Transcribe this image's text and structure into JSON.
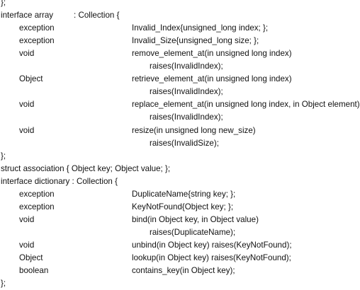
{
  "lines": [
    {
      "indent": 0,
      "parts": [
        "};"
      ]
    },
    {
      "indent": 0,
      "parts": [
        "interface array",
        ": Collection {"
      ]
    },
    {
      "indent": 1,
      "parts": [
        "exception",
        "Invalid_Index{unsigned_long index; };"
      ]
    },
    {
      "indent": 1,
      "parts": [
        "exception",
        "Invalid_Size{unsigned_long size; };"
      ]
    },
    {
      "indent": 1,
      "parts": [
        "void",
        "remove_element_at(in unsigned long index)"
      ]
    },
    {
      "indent": 2,
      "parts": [
        "raises(InvalidIndex);"
      ]
    },
    {
      "indent": 1,
      "parts": [
        "Object",
        "retrieve_element_at(in unsigned long index)"
      ]
    },
    {
      "indent": 2,
      "parts": [
        "raises(InvalidIndex);"
      ]
    },
    {
      "indent": 1,
      "parts": [
        "void",
        "replace_element_at(in unsigned long index, in Object element)"
      ]
    },
    {
      "indent": 2,
      "parts": [
        "raises(InvalidIndex);"
      ]
    },
    {
      "indent": 1,
      "parts": [
        "void",
        "resize(in unsigned long new_size)"
      ]
    },
    {
      "indent": 2,
      "parts": [
        "raises(InvalidSize);"
      ]
    },
    {
      "indent": 0,
      "parts": [
        "};"
      ]
    },
    {
      "indent": 0,
      "parts": [
        "struct association { Object key; Object value; };"
      ]
    },
    {
      "indent": 0,
      "parts": [
        "interface dictionary : Collection {"
      ]
    },
    {
      "indent": 1,
      "parts": [
        "exception",
        "DuplicateName{string key; };"
      ]
    },
    {
      "indent": 1,
      "parts": [
        "exception",
        "KeyNotFound{Object key; };"
      ]
    },
    {
      "indent": 1,
      "parts": [
        "void",
        "bind(in Object key, in Object value)"
      ]
    },
    {
      "indent": 2,
      "parts": [
        "raises(DuplicateName);"
      ]
    },
    {
      "indent": 1,
      "parts": [
        "void",
        "unbind(in Object key) raises(KeyNotFound);"
      ]
    },
    {
      "indent": 1,
      "parts": [
        "Object",
        "lookup(in Object key) raises(KeyNotFound);"
      ]
    },
    {
      "indent": 1,
      "parts": [
        "boolean",
        "contains_key(in Object key);"
      ]
    },
    {
      "indent": 0,
      "parts": [
        "};"
      ]
    }
  ]
}
